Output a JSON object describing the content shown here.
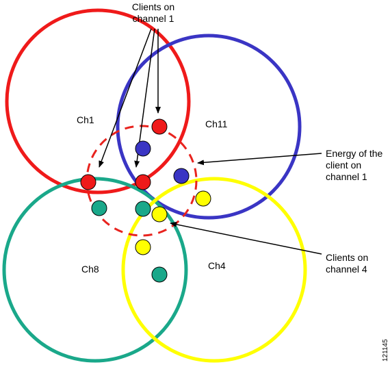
{
  "colors": {
    "ch1": "#ef1a1a",
    "ch11": "#3a35c4",
    "ch8": "#1aa88a",
    "ch4": "#ffff00",
    "energy_ring": "#e8231e",
    "line": "#000000"
  },
  "channels": {
    "ch1": "Ch1",
    "ch11": "Ch11",
    "ch8": "Ch8",
    "ch4": "Ch4"
  },
  "callouts": {
    "clients_ch1_line1": "Clients on",
    "clients_ch1_line2": "channel 1",
    "energy_line1": "Energy of the",
    "energy_line2": "client on",
    "energy_line3": "channel 1",
    "clients_ch4_line1": "Clients on",
    "clients_ch4_line2": "channel 4"
  },
  "figure_id": "121145"
}
